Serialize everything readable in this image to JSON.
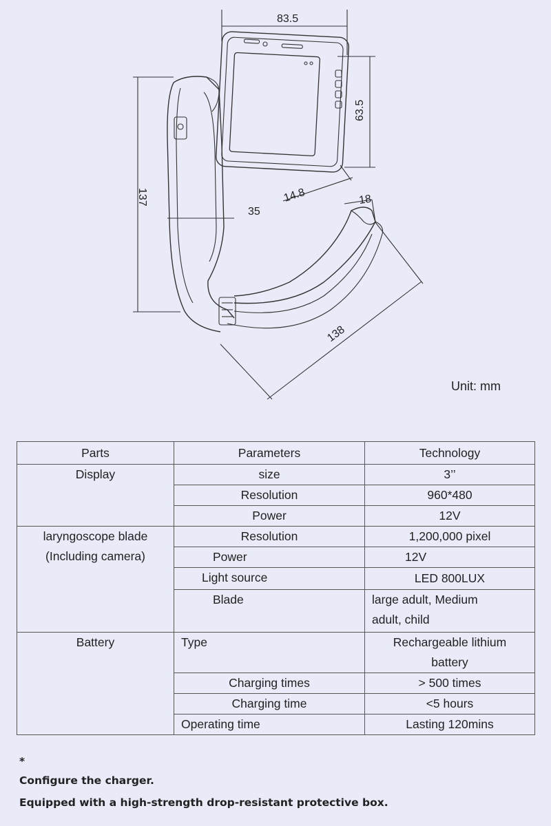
{
  "dimensions": {
    "width": "83.5",
    "height": "63.5",
    "total_height": "137",
    "depth": "14.8",
    "handle_width": "35",
    "blade_width": "18",
    "blade_length": "138",
    "unit": "Unit: mm"
  },
  "table": {
    "headers": [
      "Parts",
      "Parameters",
      "Technology"
    ],
    "display": {
      "part": "Display",
      "rows": [
        {
          "param": "size",
          "tech": "3’’"
        },
        {
          "param": "Resolution",
          "tech": "960*480"
        },
        {
          "param": "Power",
          "tech": "12V"
        }
      ]
    },
    "blade": {
      "part_line1": "laryngoscope blade",
      "part_line2": "(Including camera)",
      "rows": [
        {
          "param": "Resolution",
          "tech": "1,200,000 pixel"
        },
        {
          "param": "Power",
          "tech": "12V"
        },
        {
          "param": "Light source",
          "tech": "LED  800LUX"
        },
        {
          "param": "Blade",
          "tech_line1": "large adult, Medium",
          "tech_line2": "adult, child"
        }
      ]
    },
    "battery": {
      "part": "Battery",
      "rows": [
        {
          "param": "Type",
          "tech_line1": "Rechargeable lithium",
          "tech_line2": "battery"
        },
        {
          "param": "Charging times",
          "tech": "> 500 times"
        },
        {
          "param": "Charging time",
          "tech": "<5 hours"
        },
        {
          "param": "Operating time",
          "tech": "Lasting 120mins"
        }
      ]
    }
  },
  "notes": {
    "star": "*",
    "line1": "Configure the charger.",
    "line2": "Equipped with a high-strength drop-resistant protective box."
  }
}
